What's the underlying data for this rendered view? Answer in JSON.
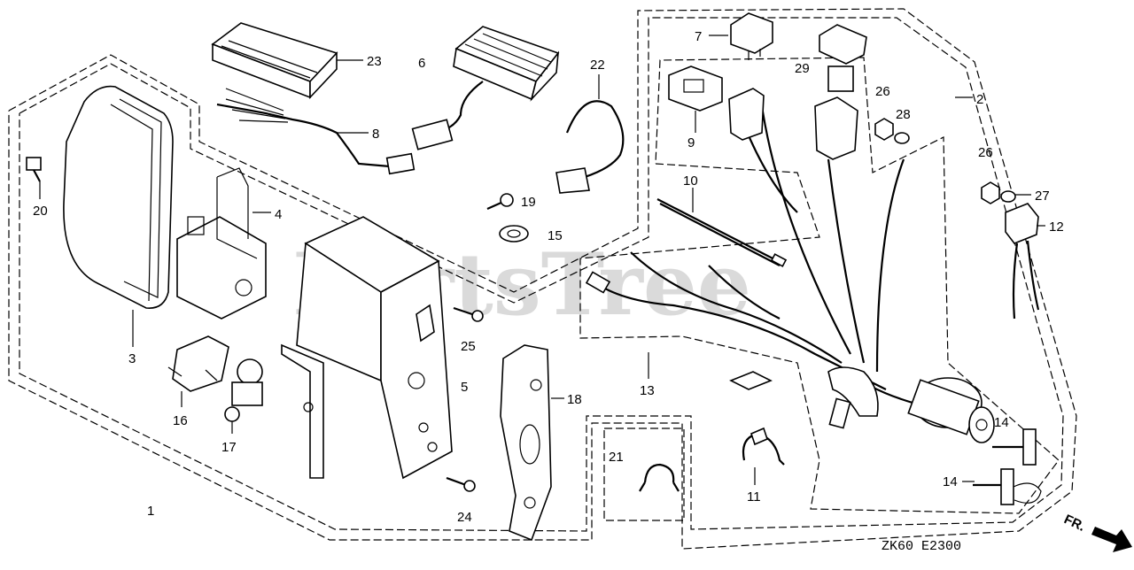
{
  "watermark": "PartsTree",
  "diagram_code": "ZK60   E2300",
  "front_label": "FR.",
  "callouts": {
    "c1": "1",
    "c2": "2",
    "c3": "3",
    "c4": "4",
    "c5": "5",
    "c6": "6",
    "c7": "7",
    "c8": "8",
    "c9": "9",
    "c10": "10",
    "c11": "11",
    "c12": "12",
    "c13": "13",
    "c14a": "14",
    "c14b": "14",
    "c15": "15",
    "c16": "16",
    "c17": "17",
    "c18": "18",
    "c19": "19",
    "c20": "20",
    "c21": "21",
    "c22": "22",
    "c23": "23",
    "c24": "24",
    "c25": "25",
    "c26a": "26",
    "c26b": "26",
    "c27": "27",
    "c28": "28",
    "c29": "29"
  }
}
